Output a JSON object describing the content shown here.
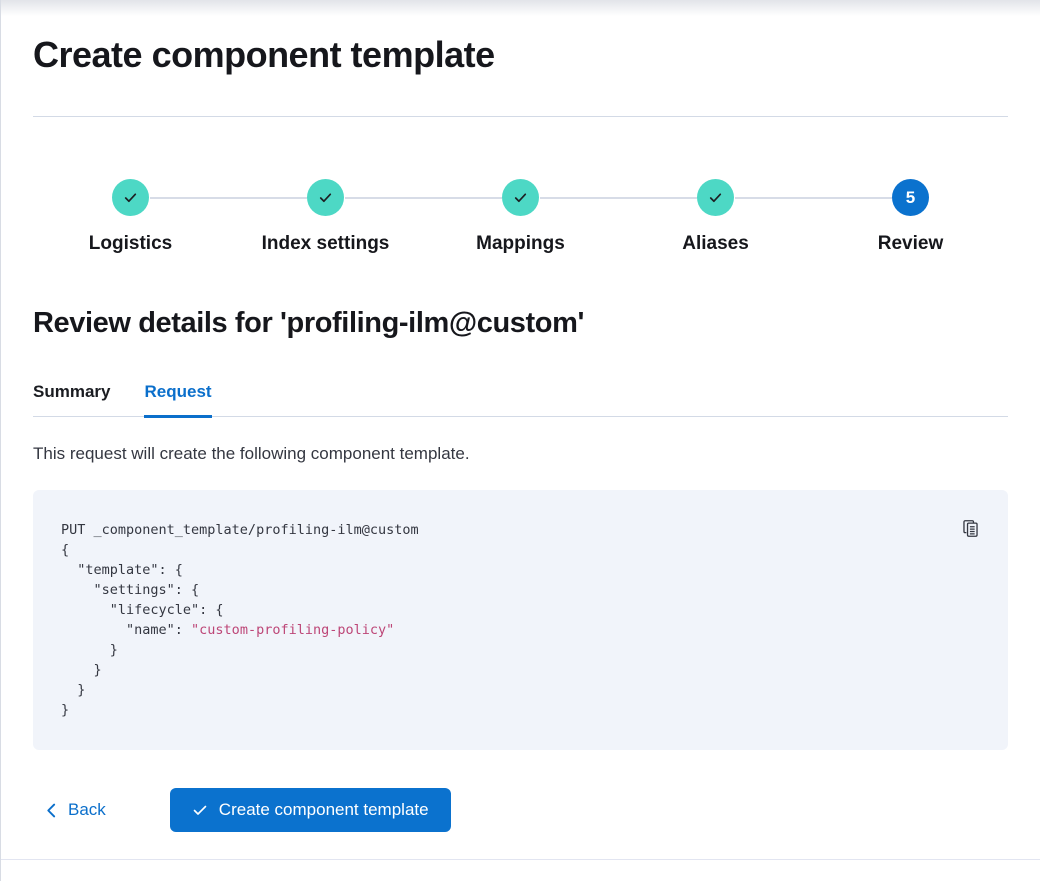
{
  "page": {
    "title": "Create component template"
  },
  "steps": {
    "items": [
      {
        "label": "Logistics",
        "status": "complete"
      },
      {
        "label": "Index settings",
        "status": "complete"
      },
      {
        "label": "Mappings",
        "status": "complete"
      },
      {
        "label": "Aliases",
        "status": "complete"
      },
      {
        "label": "Review",
        "status": "current",
        "number": "5"
      }
    ]
  },
  "review": {
    "heading": "Review details for 'profiling-ilm@custom'",
    "tabs": [
      {
        "label": "Summary",
        "active": false
      },
      {
        "label": "Request",
        "active": true
      }
    ],
    "description": "This request will create the following component template."
  },
  "code_block": {
    "lines": [
      [
        {
          "text": "PUT _component_template/profiling-ilm@custom",
          "color": "default"
        }
      ],
      [
        {
          "text": "{",
          "color": "default"
        }
      ],
      [
        {
          "text": "  \"template\": {",
          "color": "default"
        }
      ],
      [
        {
          "text": "    \"settings\": {",
          "color": "default"
        }
      ],
      [
        {
          "text": "      \"lifecycle\": {",
          "color": "default"
        }
      ],
      [
        {
          "text": "        \"name\": ",
          "color": "default"
        },
        {
          "text": "\"custom-profiling-policy\"",
          "color": "string"
        }
      ],
      [
        {
          "text": "      }",
          "color": "default"
        }
      ],
      [
        {
          "text": "    }",
          "color": "default"
        }
      ],
      [
        {
          "text": "  }",
          "color": "default"
        }
      ],
      [
        {
          "text": "}",
          "color": "default"
        }
      ]
    ]
  },
  "footer": {
    "back_label": "Back",
    "create_label": "Create component template"
  },
  "icons": {
    "copy": "copy-clipboard-icon",
    "back": "chevron-left-icon",
    "create": "check-icon",
    "step_complete": "check-icon"
  },
  "colors": {
    "primary_blue": "#0b72ce",
    "link_blue": "#0b6fcb",
    "step_complete_teal": "#4dd8c5",
    "code_string_pink": "#bd4677",
    "code_background": "#f1f4fa",
    "divider": "#d3dae6"
  }
}
